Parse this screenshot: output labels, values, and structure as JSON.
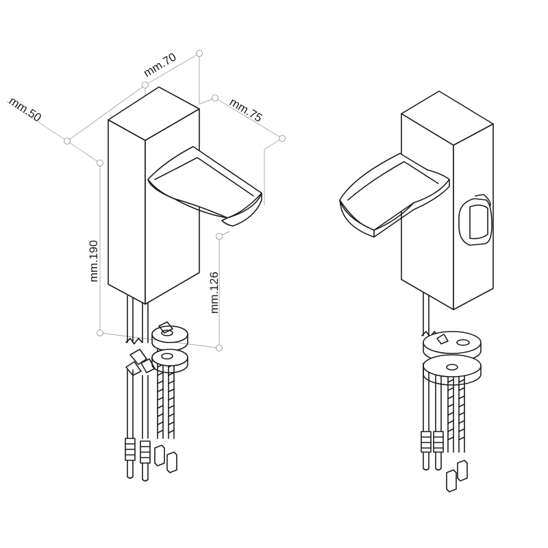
{
  "dimensions": {
    "depth": "mm.50",
    "width": "mm.70",
    "spout_reach": "mm.75",
    "body_height": "mm.190",
    "spout_height": "mm.126"
  },
  "views": {
    "left": "front-right isometric view with dimensions",
    "right": "rear-left isometric view with side lever"
  },
  "colors": {
    "line": "#1a1a1a",
    "dimension": "#8a8a8a",
    "background": "#ffffff"
  }
}
